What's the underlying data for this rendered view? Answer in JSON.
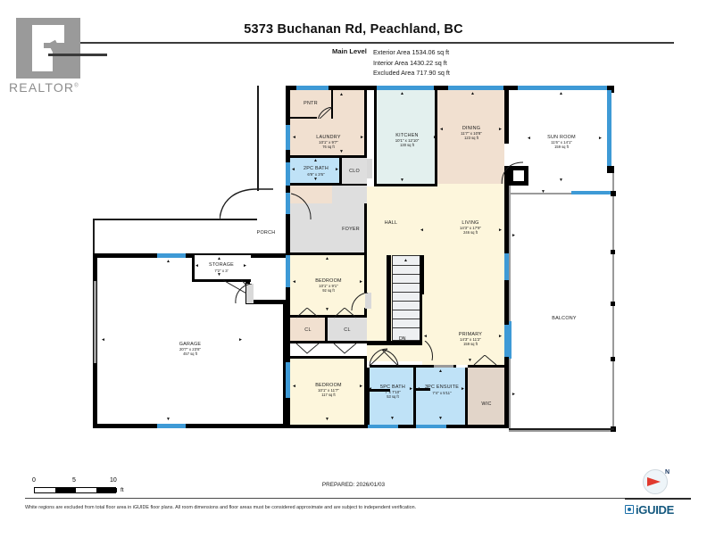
{
  "header": {
    "title": "5373 Buchanan Rd, Peachland, BC",
    "level_label": "Main Level",
    "areas": [
      "Exterior Area 1534.06 sq ft",
      "Interior Area 1430.22 sq ft",
      "Excluded Area 717.90 sq ft"
    ]
  },
  "logo": {
    "realtor_text": "REALTOR",
    "realtor_mark": "®"
  },
  "rooms": [
    {
      "name": "PNTR",
      "dim": "",
      "sqft": ""
    },
    {
      "name": "LAUNDRY",
      "dim": "10'1\" x 9'7\"",
      "sqft": "76 sq ft"
    },
    {
      "name": "2PC BATH",
      "dim": "6'9\" x 3'6\"",
      "sqft": ""
    },
    {
      "name": "CLO",
      "dim": "",
      "sqft": ""
    },
    {
      "name": "CL",
      "dim": "",
      "sqft": ""
    },
    {
      "name": "FOYER",
      "dim": "",
      "sqft": ""
    },
    {
      "name": "KITCHEN",
      "dim": "10'1\" x 12'10\"",
      "sqft": "130 sq ft"
    },
    {
      "name": "DINING",
      "dim": "11'7\" x 10'8\"",
      "sqft": "123 sq ft"
    },
    {
      "name": "SUN ROOM",
      "dim": "11'6\" x 14'1\"",
      "sqft": "159 sq ft"
    },
    {
      "name": "HALL",
      "dim": "",
      "sqft": ""
    },
    {
      "name": "LIVING",
      "dim": "14'3\" x 17'9\"",
      "sqft": "246 sq ft"
    },
    {
      "name": "BALCONY",
      "dim": "",
      "sqft": ""
    },
    {
      "name": "PORCH",
      "dim": "",
      "sqft": ""
    },
    {
      "name": "STORAGE",
      "dim": "7'2\" x 3'",
      "sqft": ""
    },
    {
      "name": "GARAGE",
      "dim": "20'7\" x 23'8\"",
      "sqft": "457 sq ft"
    },
    {
      "name": "BEDROOM",
      "dim": "10'1\" x 9'1\"",
      "sqft": "92 sq ft"
    },
    {
      "name": "CL",
      "dim": "",
      "sqft": ""
    },
    {
      "name": "CL",
      "dim": "",
      "sqft": ""
    },
    {
      "name": "BEDROOM",
      "dim": "10'1\" x 11'7\"",
      "sqft": "117 sq ft"
    },
    {
      "name": "DN",
      "dim": "",
      "sqft": ""
    },
    {
      "name": "PRIMARY",
      "dim": "14'3\" x 11'2\"",
      "sqft": "159 sq ft"
    },
    {
      "name": "5PC BATH",
      "dim": "7' x 7'10\"",
      "sqft": "53 sq ft"
    },
    {
      "name": "3PC ENSUITE",
      "dim": "7'4\" x 5'11\"",
      "sqft": ""
    },
    {
      "name": "WIC",
      "dim": "",
      "sqft": ""
    }
  ],
  "scale": {
    "ticks": [
      "0",
      "5",
      "10"
    ],
    "unit": "ft"
  },
  "footer": {
    "prepared": "PREPARED: 2026/01/03",
    "disclaimer": "White regions are excluded from total floor area in iGUIDE floor plans. All room dimensions and floor areas must be considered approximate and are subject to independent verification.",
    "brand": "iGUIDE",
    "compass_letter": "N"
  },
  "colors": {
    "cream": "#fdf6dc",
    "beige": "#f1e0d0",
    "blue": "#bfe2f7",
    "grey": "#dedede",
    "mint": "#e3f0ee",
    "tan": "#e2d5c9",
    "window": "#3e9ad6",
    "wall": "#000000",
    "brand": "#15597f",
    "needle": "#e03a2f"
  }
}
